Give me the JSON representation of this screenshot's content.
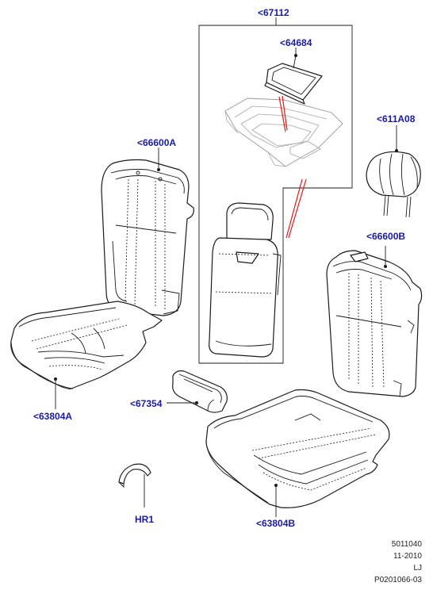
{
  "callouts": {
    "c67112": "<67112",
    "c64684": "<64684",
    "c611A08": "<611A08",
    "c66600A": "<66600A",
    "c66600B": "<66600B",
    "c67354": "<67354",
    "c63804A": "<63804A",
    "c63804B": "<63804B",
    "cHR1": "HR1"
  },
  "footer": {
    "line1": "5011040",
    "line2": "11-2010",
    "line3": "LJ",
    "line4": "P0201066-03"
  },
  "colors": {
    "callout_text": "#1a1aa8",
    "line_art": "#1b1b1b",
    "guide_lines": "#e01818"
  }
}
